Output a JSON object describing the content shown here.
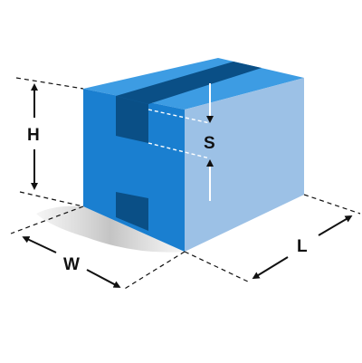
{
  "labels": {
    "height": "H",
    "width": "W",
    "length": "L",
    "seam": "S"
  },
  "colors": {
    "front_face": "#1a7fd0",
    "side_face": "#9cc1e6",
    "top_face": "#3d9ce3",
    "tape": "#0a4f86",
    "ground_shadow": "#c4c4c4",
    "lines": "#111111"
  }
}
